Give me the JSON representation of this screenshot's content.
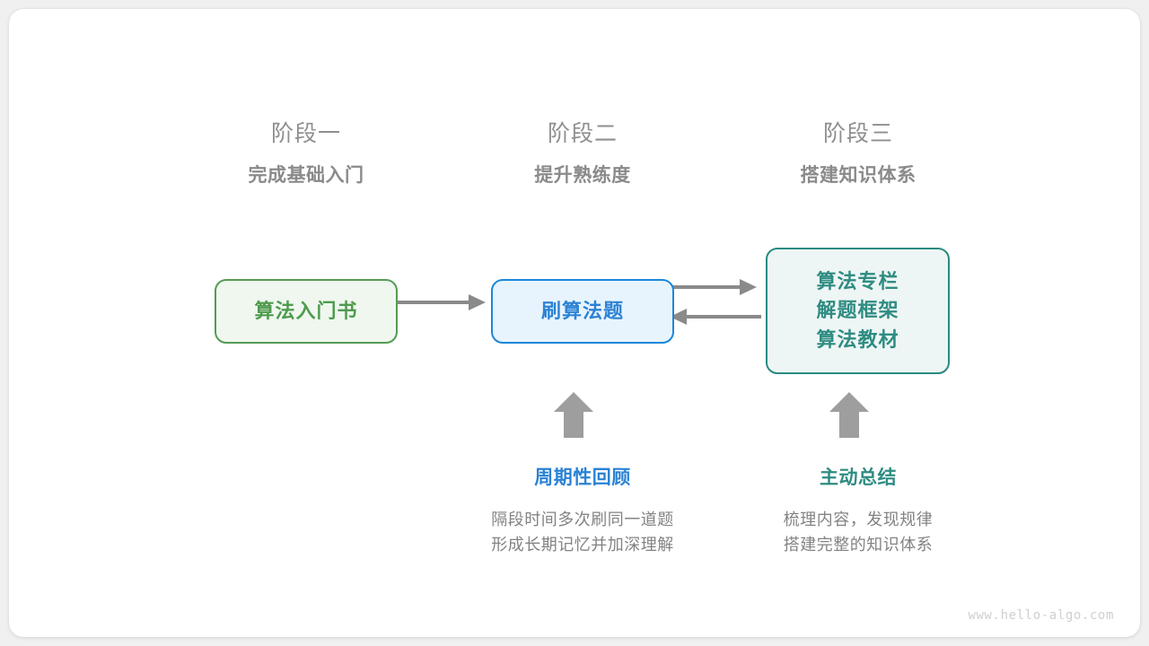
{
  "stages": [
    {
      "number": "阶段一",
      "title": "完成基础入门"
    },
    {
      "number": "阶段二",
      "title": "提升熟练度"
    },
    {
      "number": "阶段三",
      "title": "搭建知识体系"
    }
  ],
  "nodes": {
    "book": {
      "label": "算法入门书",
      "color": "#4e9b4e",
      "fill": "#eff7ef",
      "border": "#549b54"
    },
    "practice": {
      "label": "刷算法题",
      "color": "#2d82d4",
      "fill": "#e8f4fd",
      "border": "#1b87da"
    },
    "system": {
      "line1": "算法专栏",
      "line2": "解题框架",
      "line3": "算法教材",
      "color": "#2f8c82",
      "fill": "#eef6f5",
      "border": "#2a8a81"
    }
  },
  "annotations": [
    {
      "title": "周期性回顾",
      "desc_line1": "隔段时间多次刷同一道题",
      "desc_line2": "形成长期记忆并加深理解",
      "color": "#2a82d4"
    },
    {
      "title": "主动总结",
      "desc_line1": "梳理内容，发现规律",
      "desc_line2": "搭建完整的知识体系",
      "color": "#2f8c82"
    }
  ],
  "arrows": {
    "color": "#8a8a8a",
    "book_to_practice": "算法入门书 → 刷算法题",
    "practice_to_system": "刷算法题 → 知识体系",
    "system_to_practice": "知识体系 → 刷算法题",
    "up_review": "周期性回顾 ↑ 刷算法题",
    "up_summary": "主动总结 ↑ 知识体系"
  },
  "watermark": "www.hello-algo.com"
}
